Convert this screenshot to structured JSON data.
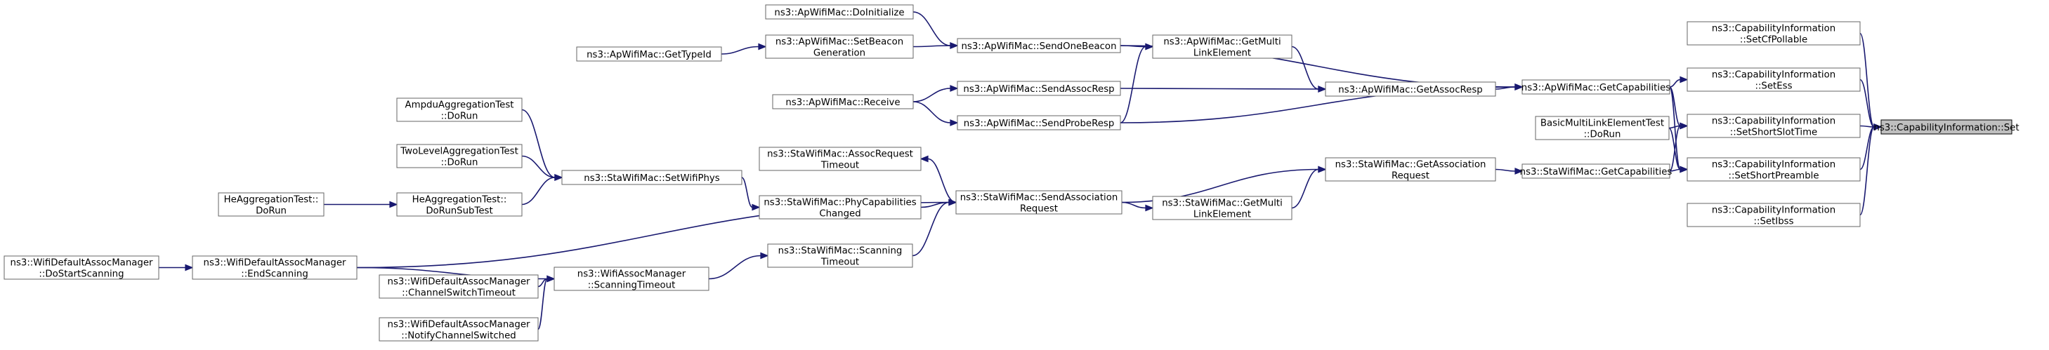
{
  "graph": {
    "type": "call-graph",
    "target": "capability_set",
    "edge_color": "#191970",
    "node_border_color": "#666666",
    "target_fill_color": "#bfbfbf",
    "nodes": [
      {
        "id": "capability_set",
        "lines": [
          "ns3::CapabilityInformation::Set"
        ]
      },
      {
        "id": "set_cf_pollable",
        "lines": [
          "ns3::CapabilityInformation",
          "::SetCfPollable"
        ]
      },
      {
        "id": "set_ess",
        "lines": [
          "ns3::CapabilityInformation",
          "::SetEss"
        ]
      },
      {
        "id": "set_short_slot_time",
        "lines": [
          "ns3::CapabilityInformation",
          "::SetShortSlotTime"
        ]
      },
      {
        "id": "set_short_preamble",
        "lines": [
          "ns3::CapabilityInformation",
          "::SetShortPreamble"
        ]
      },
      {
        "id": "set_ibss",
        "lines": [
          "ns3::CapabilityInformation",
          "::SetIbss"
        ]
      },
      {
        "id": "basic_multilink_test",
        "lines": [
          "BasicMultiLinkElementTest",
          "::DoRun"
        ]
      },
      {
        "id": "ap_get_capabilities",
        "lines": [
          "ns3::ApWifiMac::GetCapabilities"
        ]
      },
      {
        "id": "sta_get_capabilities",
        "lines": [
          "ns3::StaWifiMac::GetCapabilities"
        ]
      },
      {
        "id": "ap_get_multilink",
        "lines": [
          "ns3::ApWifiMac::GetMulti",
          "LinkElement"
        ]
      },
      {
        "id": "ap_get_assoc_resp",
        "lines": [
          "ns3::ApWifiMac::GetAssocResp"
        ]
      },
      {
        "id": "sta_get_assoc_request",
        "lines": [
          "ns3::StaWifiMac::GetAssociation",
          "Request"
        ]
      },
      {
        "id": "ap_do_initialize",
        "lines": [
          "ns3::ApWifiMac::DoInitialize"
        ]
      },
      {
        "id": "ap_send_one_beacon",
        "lines": [
          "ns3::ApWifiMac::SendOneBeacon"
        ]
      },
      {
        "id": "ap_set_beacon_generation",
        "lines": [
          "ns3::ApWifiMac::SetBeacon",
          "Generation"
        ]
      },
      {
        "id": "ap_get_type_id",
        "lines": [
          "ns3::ApWifiMac::GetTypeId"
        ]
      },
      {
        "id": "ap_send_assoc_resp",
        "lines": [
          "ns3::ApWifiMac::SendAssocResp"
        ]
      },
      {
        "id": "ap_receive",
        "lines": [
          "ns3::ApWifiMac::Receive"
        ]
      },
      {
        "id": "ap_send_probe_resp",
        "lines": [
          "ns3::ApWifiMac::SendProbeResp"
        ]
      },
      {
        "id": "sta_send_association_request",
        "lines": [
          "ns3::StaWifiMac::SendAssociation",
          "Request"
        ]
      },
      {
        "id": "sta_get_multilink",
        "lines": [
          "ns3::StaWifiMac::GetMulti",
          "LinkElement"
        ]
      },
      {
        "id": "sta_assoc_request_timeout",
        "lines": [
          "ns3::StaWifiMac::AssocRequest",
          "Timeout"
        ]
      },
      {
        "id": "sta_phy_capabilities_changed",
        "lines": [
          "ns3::StaWifiMac::PhyCapabilities",
          "Changed"
        ]
      },
      {
        "id": "sta_scanning_timeout",
        "lines": [
          "ns3::StaWifiMac::Scanning",
          "Timeout"
        ]
      },
      {
        "id": "sta_set_wifi_phys",
        "lines": [
          "ns3::StaWifiMac::SetWifiPhys"
        ]
      },
      {
        "id": "ampdu_aggregation_test",
        "lines": [
          "AmpduAggregationTest",
          "::DoRun"
        ]
      },
      {
        "id": "two_level_aggregation_test",
        "lines": [
          "TwoLevelAggregationTest",
          "::DoRun"
        ]
      },
      {
        "id": "he_aggregation_do_run_subtest",
        "lines": [
          "HeAggregationTest::",
          "DoRunSubTest"
        ]
      },
      {
        "id": "he_aggregation_do_run",
        "lines": [
          "HeAggregationTest::",
          "DoRun"
        ]
      },
      {
        "id": "assoc_manager_scanning_timeout",
        "lines": [
          "ns3::WifiAssocManager",
          "::ScanningTimeout"
        ]
      },
      {
        "id": "default_assoc_end_scanning",
        "lines": [
          "ns3::WifiDefaultAssocManager",
          "::EndScanning"
        ]
      },
      {
        "id": "default_assoc_do_start_scanning",
        "lines": [
          "ns3::WifiDefaultAssocManager",
          "::DoStartScanning"
        ]
      },
      {
        "id": "default_assoc_channel_switch_timeout",
        "lines": [
          "ns3::WifiDefaultAssocManager",
          "::ChannelSwitchTimeout"
        ]
      },
      {
        "id": "default_assoc_notify_channel_switched",
        "lines": [
          "ns3::WifiDefaultAssocManager",
          "::NotifyChannelSwitched"
        ]
      }
    ],
    "edges": [
      [
        "set_cf_pollable",
        "capability_set"
      ],
      [
        "set_ess",
        "capability_set"
      ],
      [
        "set_short_slot_time",
        "capability_set"
      ],
      [
        "set_short_preamble",
        "capability_set"
      ],
      [
        "set_ibss",
        "capability_set"
      ],
      [
        "ap_get_capabilities",
        "set_ess"
      ],
      [
        "ap_get_capabilities",
        "set_short_slot_time"
      ],
      [
        "ap_get_capabilities",
        "set_short_preamble"
      ],
      [
        "basic_multilink_test",
        "set_short_slot_time"
      ],
      [
        "basic_multilink_test",
        "set_short_preamble"
      ],
      [
        "sta_get_capabilities",
        "set_short_slot_time"
      ],
      [
        "sta_get_capabilities",
        "set_short_preamble"
      ],
      [
        "sta_get_assoc_request",
        "sta_get_capabilities"
      ],
      [
        "ap_get_assoc_resp",
        "ap_get_capabilities"
      ],
      [
        "ap_send_one_beacon",
        "ap_get_capabilities"
      ],
      [
        "ap_send_probe_resp",
        "ap_get_capabilities"
      ],
      [
        "ap_get_multilink",
        "ap_get_assoc_resp"
      ],
      [
        "ap_send_assoc_resp",
        "ap_get_assoc_resp"
      ],
      [
        "ap_send_one_beacon",
        "ap_get_multilink"
      ],
      [
        "ap_send_probe_resp",
        "ap_get_multilink"
      ],
      [
        "ap_do_initialize",
        "ap_send_one_beacon"
      ],
      [
        "ap_set_beacon_generation",
        "ap_send_one_beacon"
      ],
      [
        "ap_get_type_id",
        "ap_set_beacon_generation"
      ],
      [
        "ap_receive",
        "ap_send_assoc_resp"
      ],
      [
        "ap_receive",
        "ap_send_probe_resp"
      ],
      [
        "sta_send_association_request",
        "sta_get_assoc_request"
      ],
      [
        "sta_get_multilink",
        "sta_get_assoc_request"
      ],
      [
        "sta_send_association_request",
        "sta_get_multilink"
      ],
      [
        "sta_send_association_request",
        "sta_assoc_request_timeout"
      ],
      [
        "sta_phy_capabilities_changed",
        "sta_send_association_request"
      ],
      [
        "sta_scanning_timeout",
        "sta_send_association_request"
      ],
      [
        "sta_set_wifi_phys",
        "sta_phy_capabilities_changed"
      ],
      [
        "ampdu_aggregation_test",
        "sta_set_wifi_phys"
      ],
      [
        "two_level_aggregation_test",
        "sta_set_wifi_phys"
      ],
      [
        "he_aggregation_do_run_subtest",
        "sta_set_wifi_phys"
      ],
      [
        "he_aggregation_do_run",
        "he_aggregation_do_run_subtest"
      ],
      [
        "assoc_manager_scanning_timeout",
        "sta_scanning_timeout"
      ],
      [
        "default_assoc_end_scanning",
        "sta_send_association_request"
      ],
      [
        "default_assoc_end_scanning",
        "assoc_manager_scanning_timeout"
      ],
      [
        "default_assoc_do_start_scanning",
        "default_assoc_end_scanning"
      ],
      [
        "default_assoc_channel_switch_timeout",
        "assoc_manager_scanning_timeout"
      ],
      [
        "default_assoc_notify_channel_switched",
        "assoc_manager_scanning_timeout"
      ]
    ]
  }
}
